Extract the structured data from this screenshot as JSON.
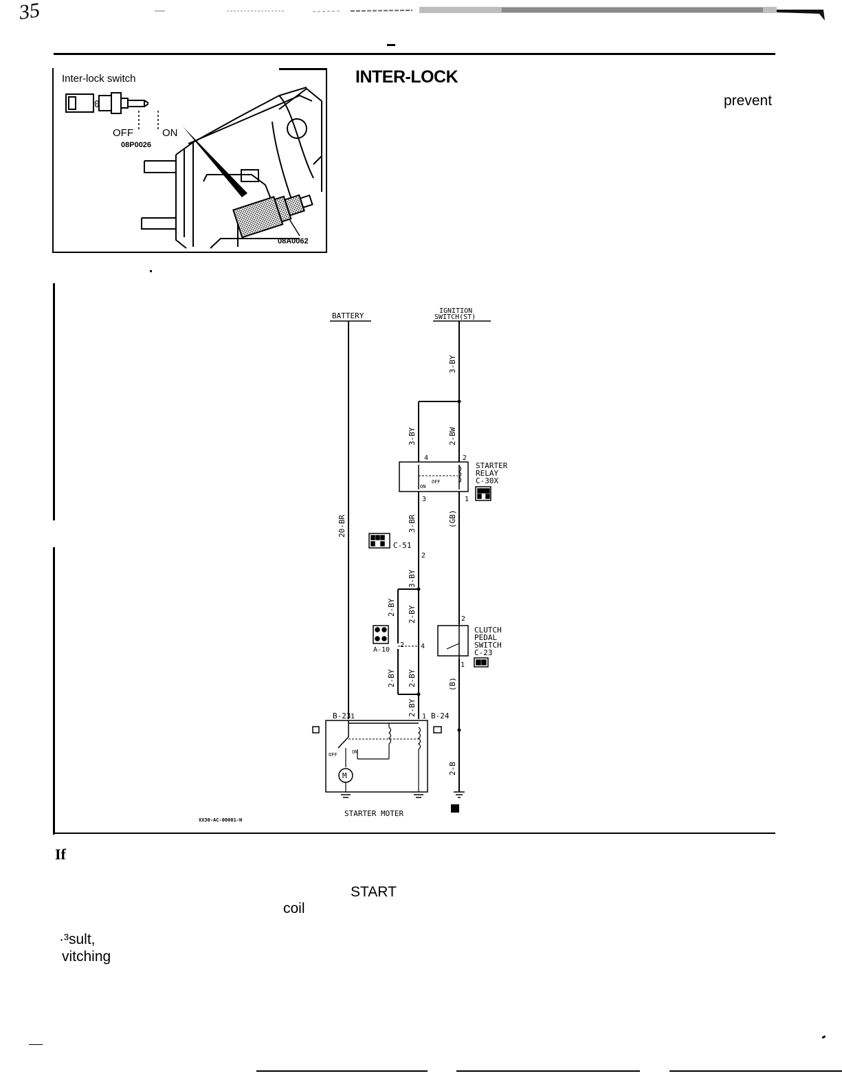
{
  "page": {
    "corner_mark": "35",
    "heading": "INTER-LOCK",
    "fragment_prevent": "prevent",
    "fragment_if": "If",
    "fragment_start": "START",
    "fragment_coil": "coil",
    "fragment_result": "·³sult,",
    "fragment_switching": "vitching"
  },
  "inset_figure": {
    "label": "Inter-lock switch",
    "off_label": "OFF",
    "on_label": "ON",
    "code_a": "08P0026",
    "code_b": "08A0062"
  },
  "diagram": {
    "battery": "BATTERY",
    "ignition_line1": "IGNITION",
    "ignition_line2": "SWITCH(ST)",
    "wire_20br": "20-BR",
    "wire_3by_top": "3-BY",
    "wire_3by_mid": "3-BY",
    "wire_2bw": "2-BW",
    "wire_3br": "3-BR",
    "wire_gb": "(GB)",
    "wire_3by_low": "3-BY",
    "wire_2by_a": "2-BY",
    "wire_2by_b": "2-BY",
    "wire_2by_c": "2-BY",
    "wire_2by_d": "2-BY",
    "wire_2by_e": "2-BY",
    "wire_b": "(B)",
    "wire_2b": "2-B",
    "relay_line1": "STARTER",
    "relay_line2": "RELAY",
    "relay_line3": "C-30X",
    "relay_off": "OFF",
    "relay_on": "ON",
    "pin_4": "4",
    "pin_2": "2",
    "pin_3": "3",
    "pin_1": "1",
    "c51": "C-51",
    "c51_pin": "2",
    "clutch_line1": "CLUTCH",
    "clutch_line2": "PEDAL",
    "clutch_line3": "SWITCH",
    "clutch_line4": "C-23",
    "clutch_pin_top": "2",
    "clutch_pin_bot": "1",
    "a10": "A-10",
    "a10_pin2": "2",
    "a10_pin4": "4",
    "b23": "B-23",
    "b23_pin": "1",
    "b24": "B-24",
    "b24_pin": "1",
    "motor_off": "OFF",
    "motor_on": "ON",
    "motor_symbol": "M",
    "starter_motor": "STARTER MOTER",
    "doc_code": "XX30-AC-00001-N"
  }
}
